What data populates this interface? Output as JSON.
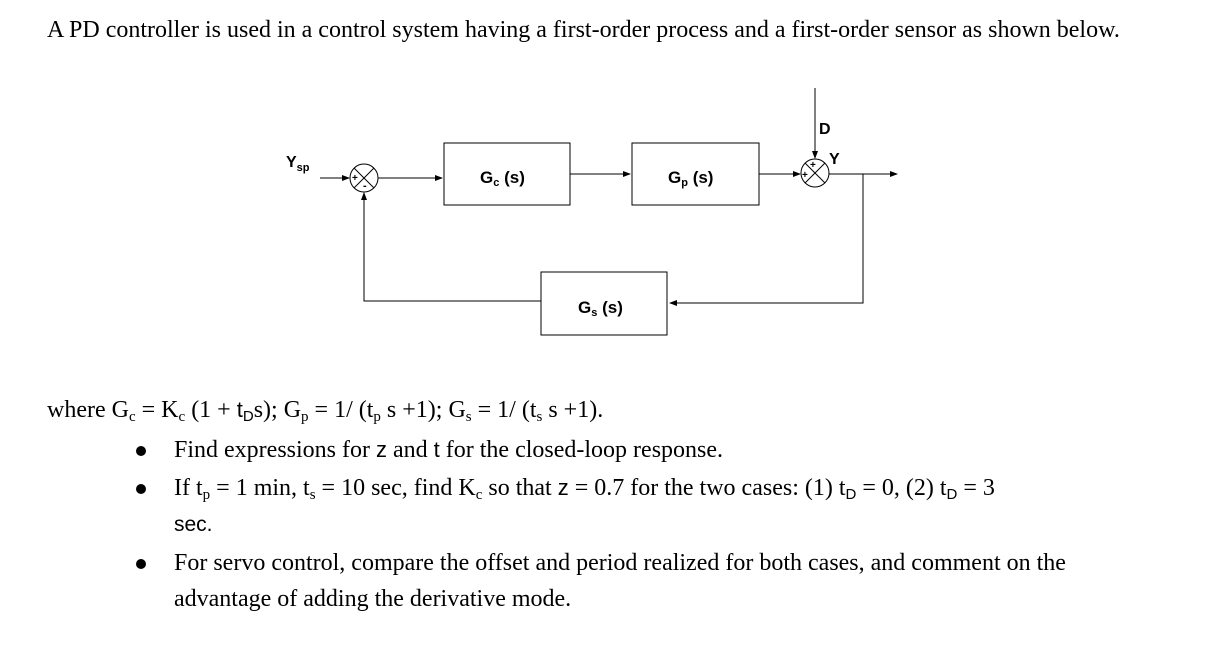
{
  "problem": {
    "intro": "A PD controller is used in a control system having a first-order process and a first-order sensor as shown below."
  },
  "diagram": {
    "setpoint_label": "Y",
    "setpoint_sub": "sp",
    "controller_label": "G",
    "controller_sub": "c",
    "controller_arg": " (s)",
    "process_label": "G",
    "process_sub": "p",
    "process_arg": " (s)",
    "sensor_label": "G",
    "sensor_sub": "s",
    "sensor_arg": " (s)",
    "disturbance_label": "D",
    "output_label": "Y",
    "sum1_plus": "+",
    "sum1_minus": "-",
    "sum2_plus_left": "+",
    "sum2_plus_top": "+"
  },
  "where_line": {
    "prefix": "where G",
    "gc_sub": "c",
    "eq1": " = K",
    "kc_sub": "c",
    "eq1b": " (1 + ",
    "td1": "t",
    "td1_sub": "D",
    "eq1c": "s); G",
    "gp_sub": "p",
    "eq2": " = 1/ (t",
    "tp_sub": "p",
    "eq2b": " s +1); G",
    "gs_sub": "s",
    "eq3": " = 1/ (t",
    "ts_sub": "s",
    "eq3b": " s +1)."
  },
  "bullets": {
    "b1_a": "Find expressions for ",
    "b1_z": "z",
    "b1_b": " and ",
    "b1_t": "t",
    "b1_c": " for the closed-loop response.",
    "b2_a": "If t",
    "b2_tp_sub": "p",
    "b2_b": " = 1 min, t",
    "b2_ts_sub": "s",
    "b2_c": " = 10 sec, find K",
    "b2_kc_sub": "c",
    "b2_d": " so that ",
    "b2_z": "z",
    "b2_e": " = 0.7 for the two cases: (1) t",
    "b2_td_sub1": "D",
    "b2_f": " = 0, (2) t",
    "b2_td_sub2": "D",
    "b2_g": " = 3",
    "b2_sec": "sec.",
    "b3": "For servo control, compare the offset and period realized for both cases, and comment on the advantage of adding the derivative mode."
  }
}
